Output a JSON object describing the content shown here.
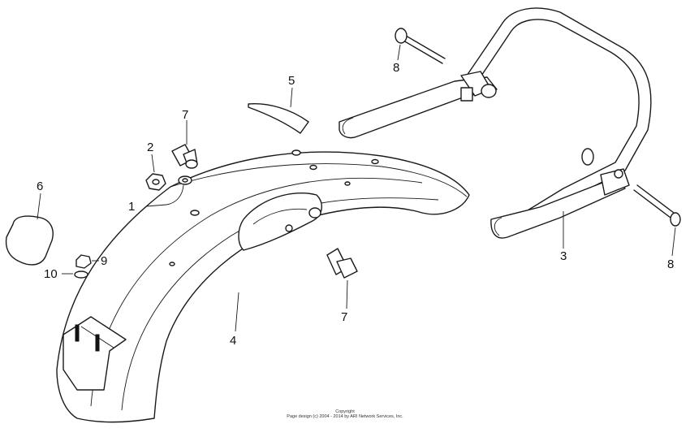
{
  "callouts": [
    {
      "id": "c1",
      "label": "1"
    },
    {
      "id": "c2",
      "label": "2"
    },
    {
      "id": "c3",
      "label": "3"
    },
    {
      "id": "c4",
      "label": "4"
    },
    {
      "id": "c5",
      "label": "5"
    },
    {
      "id": "c6",
      "label": "6"
    },
    {
      "id": "c7a",
      "label": "7"
    },
    {
      "id": "c7b",
      "label": "7"
    },
    {
      "id": "c8a",
      "label": "8"
    },
    {
      "id": "c8b",
      "label": "8"
    },
    {
      "id": "c9",
      "label": "9"
    },
    {
      "id": "c10",
      "label": "10"
    }
  ],
  "footer": {
    "line1": "Copyright",
    "line2": "Page design (c) 2004 - 2014 by ARI Network Services, Inc."
  }
}
